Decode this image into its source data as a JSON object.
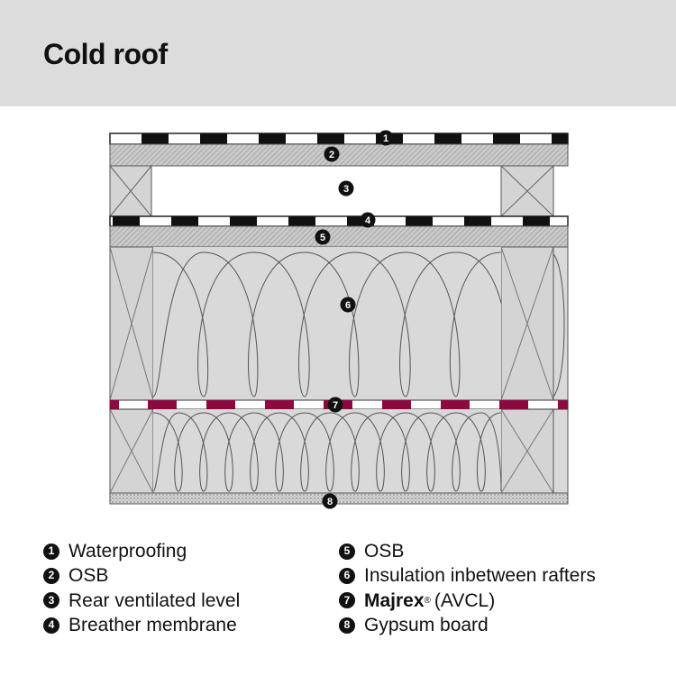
{
  "title": "Cold roof",
  "colors": {
    "header_bg": "#dcdcdc",
    "majrex_accent": "#8b0a3f",
    "insulation_fill": "#d9d9d9",
    "osb_fill": "#c8c8c8"
  },
  "callouts": [
    "1",
    "2",
    "3",
    "4",
    "5",
    "6",
    "7",
    "8"
  ],
  "legend": {
    "left": [
      {
        "num": "1",
        "text": "Waterproofing"
      },
      {
        "num": "2",
        "text": "OSB"
      },
      {
        "num": "3",
        "text": "Rear ventilated level"
      },
      {
        "num": "4",
        "text": "Breather membrane"
      }
    ],
    "right": [
      {
        "num": "5",
        "text": "OSB"
      },
      {
        "num": "6",
        "text": "Insulation inbetween rafters"
      },
      {
        "num": "7",
        "brand": "Majrex",
        "reg": "®",
        "text": "(AVCL)"
      },
      {
        "num": "8",
        "text": "Gypsum board"
      }
    ]
  }
}
